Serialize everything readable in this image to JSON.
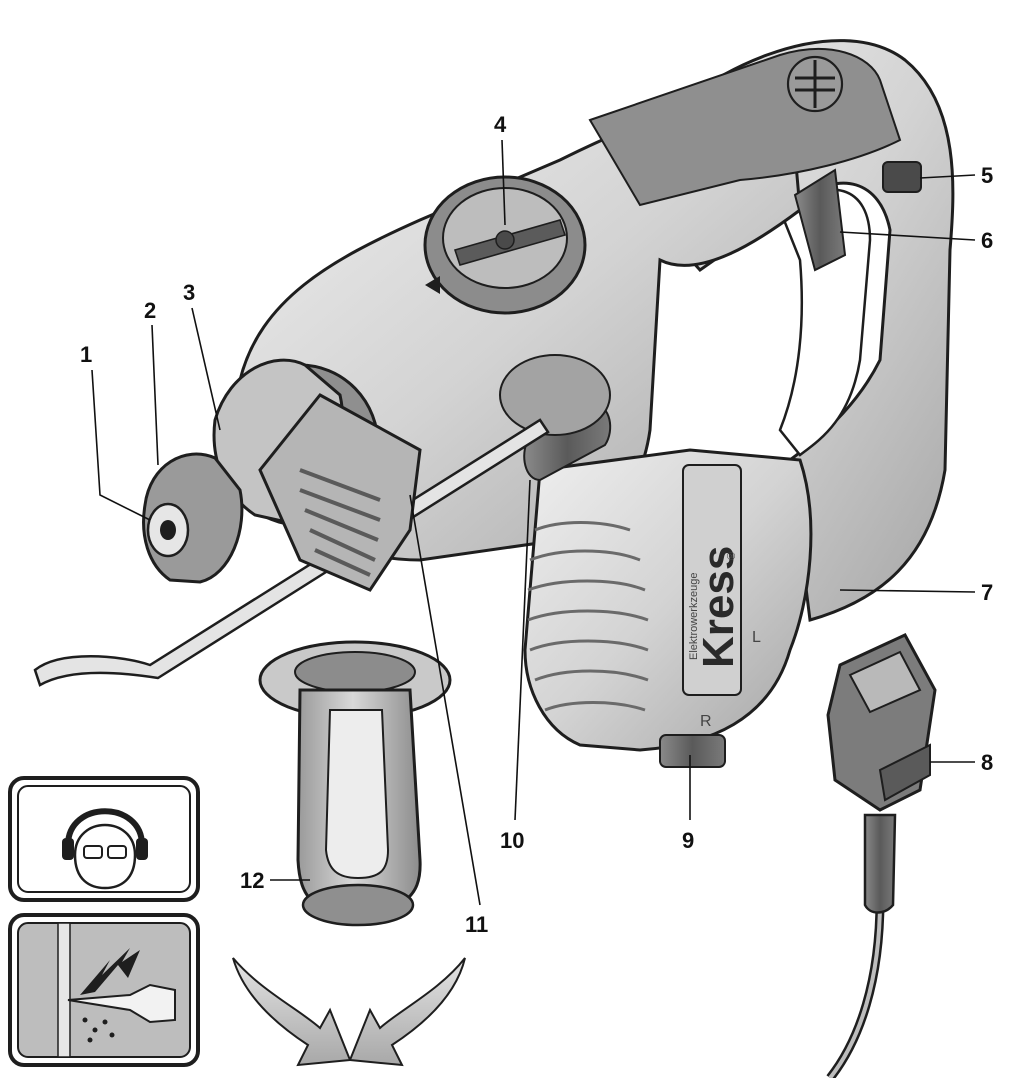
{
  "brand": {
    "logo": "Kress",
    "registered": "®",
    "subtitle": "Elektrowerkzeuge"
  },
  "switch_marks": {
    "right": "R",
    "left": "L"
  },
  "callouts": [
    {
      "id": "1",
      "label": "1"
    },
    {
      "id": "2",
      "label": "2"
    },
    {
      "id": "3",
      "label": "3"
    },
    {
      "id": "4",
      "label": "4"
    },
    {
      "id": "5",
      "label": "5"
    },
    {
      "id": "6",
      "label": "6"
    },
    {
      "id": "7",
      "label": "7"
    },
    {
      "id": "8",
      "label": "8"
    },
    {
      "id": "9",
      "label": "9"
    },
    {
      "id": "10",
      "label": "10"
    },
    {
      "id": "11",
      "label": "11"
    },
    {
      "id": "12",
      "label": "12"
    }
  ],
  "icons": {
    "safety": "ear-and-eye-protection-icon",
    "hazard": "hidden-wiring-hazard-icon",
    "rotation": "handle-rotation-arrows-icon"
  },
  "colors": {
    "body": "#d6d6d6",
    "body_dark": "#9c9c9c",
    "shadow": "#6e6e6e",
    "outline": "#1e1e1e"
  }
}
